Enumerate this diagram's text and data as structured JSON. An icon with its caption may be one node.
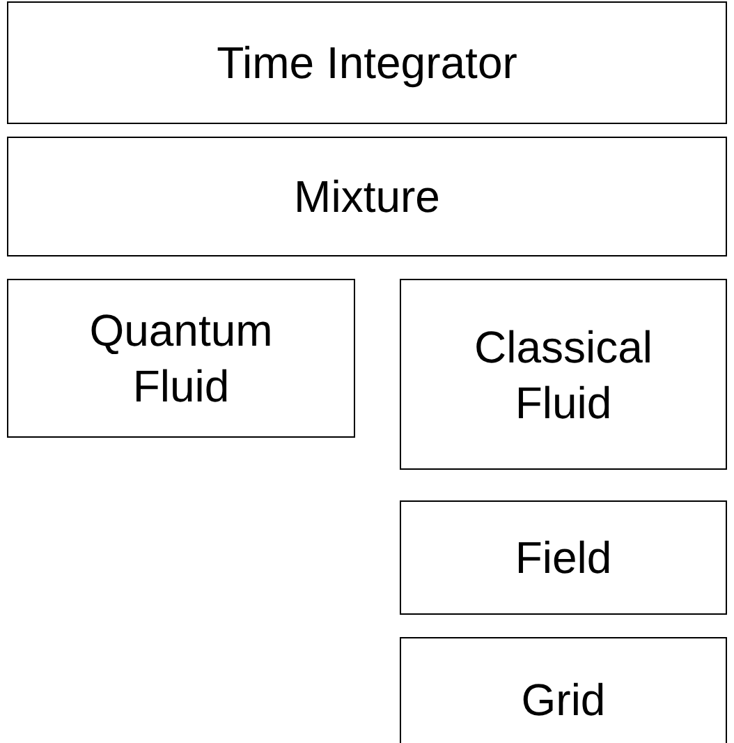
{
  "diagram": {
    "nodes": [
      {
        "text": [
          "Time Integrator"
        ]
      },
      {
        "text": [
          "Mixture"
        ]
      },
      {
        "text": [
          "Quantum Fluid"
        ]
      },
      {
        "text": [
          "Classical Fluid"
        ]
      },
      {
        "text": [
          "Field"
        ]
      },
      {
        "text": [
          "Grid"
        ]
      }
    ]
  }
}
